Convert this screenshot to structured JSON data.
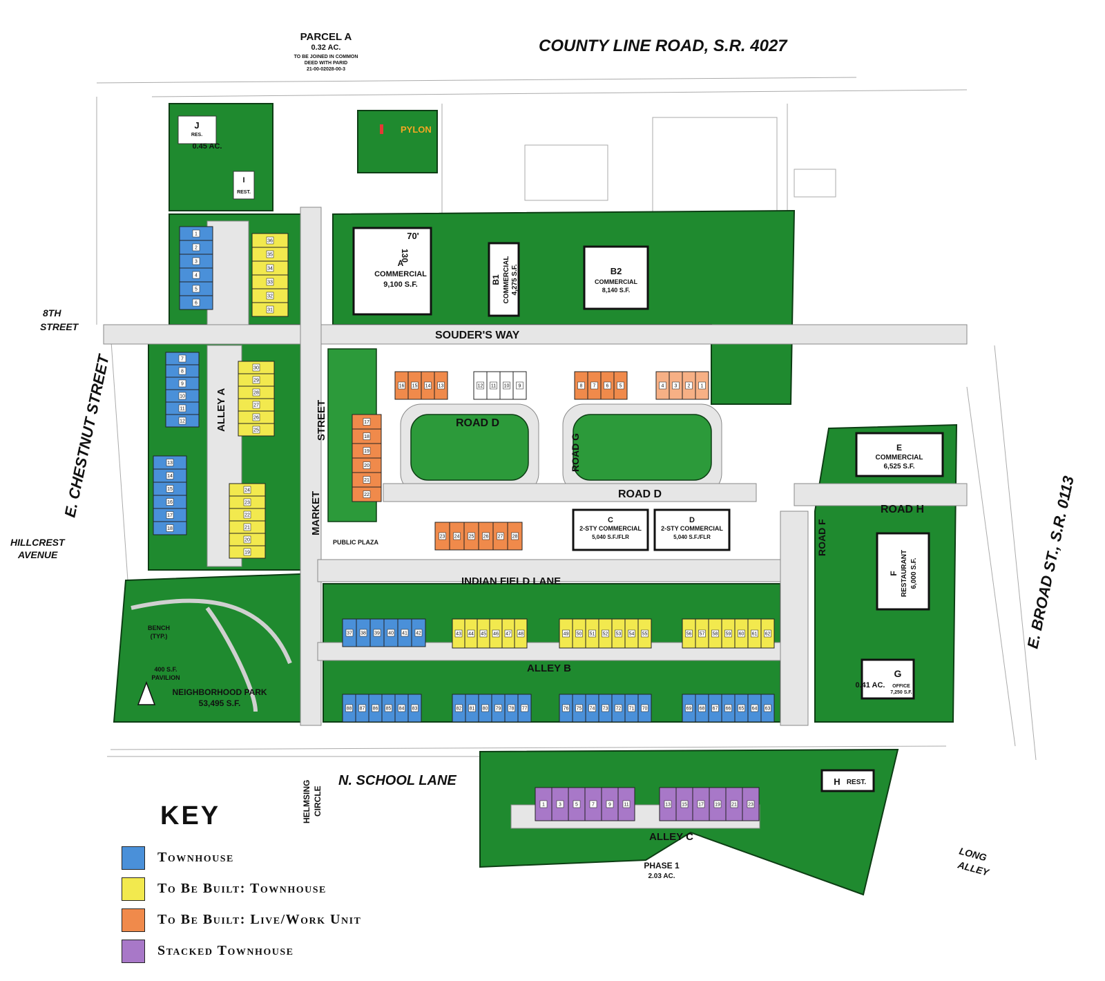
{
  "colors": {
    "green": "#1f8a2f",
    "townhouse": "#4a90d9",
    "tbb_townhouse": "#f2e94e",
    "tbb_livework": "#f08a4b",
    "stacked": "#a878c8",
    "pavement": "#e6e6e6"
  },
  "roads": {
    "county_line": "COUNTY  LINE  ROAD,  S.R. 4027",
    "chestnut": "E. CHESTNUT STREET",
    "broad": "E. BROAD ST., S.R. 0113",
    "eighth_1": "8TH",
    "eighth_2": "STREET",
    "hillcrest_1": "HILLCREST",
    "hillcrest_2": "AVENUE",
    "souders_way": "SOUDER'S WAY",
    "road_d_1": "ROAD  D",
    "road_d_2": "ROAD  D",
    "road_g": "ROAD G",
    "road_h": "ROAD  H",
    "road_f": "ROAD F",
    "market_1": "STREET",
    "market_2": "MARKET",
    "alley_a": "ALLEY  A",
    "indian_field": "INDIAN FIELD LANE",
    "alley_b": "ALLEY  B",
    "alley_c": "ALLEY  C",
    "school_lane": "N. SCHOOL LANE",
    "helmsing_1": "HELMSING",
    "helmsing_2": "CIRCLE",
    "long_alley_1": "LONG",
    "long_alley_2": "ALLEY"
  },
  "parcel_a": {
    "title": "PARCEL A",
    "area": "0.32 AC.",
    "note_1": "TO BE JOINED IN COMMON",
    "note_2": "DEED WITH PARID",
    "parid": "21-00-02028-00-3"
  },
  "pylon": "PYLON",
  "lot_j": {
    "letter": "J",
    "use": "RES.",
    "area": "0.45 AC."
  },
  "lot_i": {
    "letter": "I",
    "use": "REST."
  },
  "buildings": {
    "a_letter": "A",
    "a_use": "COMMERCIAL",
    "a_area": "9,100 S.F.",
    "a_width": "70'",
    "a_depth": "130",
    "b1_letter": "B1",
    "b1_use": "COMMERCIAL",
    "b1_area": "4,275 S.F.",
    "b2_letter": "B2",
    "b2_use": "COMMERCIAL",
    "b2_area": "8,140 S.F.",
    "c_letter": "C",
    "c_use": "2-STY COMMERCIAL",
    "c_area": "5,040 S.F./FLR",
    "d_letter": "D",
    "d_use": "2-STY COMMERCIAL",
    "d_area": "5,040 S.F./FLR",
    "e_letter": "E",
    "e_use": "COMMERCIAL",
    "e_area": "6,525 S.F.",
    "f_letter": "F",
    "f_use": "RESTAURANT",
    "f_area": "6,000 S.F.",
    "g_letter": "G",
    "g_area": "0.41 AC.",
    "g_use": "OFFICE",
    "g_sf": "7,250 S.F.",
    "h_letter": "H",
    "h_use": "REST."
  },
  "public_plaza": "PUBLIC PLAZA",
  "park": {
    "bench_1": "BENCH",
    "bench_2": "(TYP.)",
    "pavilion_1": "400 S.F.",
    "pavilion_2": "PAVILION",
    "name": "NEIGHBORHOOD PARK",
    "area": "53,495 S.F."
  },
  "phase1": {
    "label": "PHASE 1",
    "area": "2.03 AC."
  },
  "units": {
    "blue_top": [
      "1",
      "2",
      "3",
      "4",
      "5",
      "6"
    ],
    "yellow_top": [
      "36",
      "35",
      "34",
      "33",
      "32",
      "31"
    ],
    "blue_mid": [
      "7",
      "8",
      "9",
      "10",
      "11",
      "12"
    ],
    "yellow_mid": [
      "30",
      "29",
      "28",
      "27",
      "26",
      "25"
    ],
    "blue_low": [
      "13",
      "14",
      "15",
      "16",
      "17",
      "18"
    ],
    "yellow_low": [
      "24",
      "23",
      "22",
      "21",
      "20",
      "19"
    ],
    "orange_row1": [
      "16",
      "15",
      "14",
      "13"
    ],
    "orange_row2": [
      "12",
      "11",
      "10",
      "9"
    ],
    "orange_row3": [
      "8",
      "7",
      "6",
      "5"
    ],
    "orange_row4": [
      "4",
      "3",
      "2",
      "1"
    ],
    "orange_col": [
      "17",
      "18",
      "19",
      "20",
      "21",
      "22"
    ],
    "orange_plaza": [
      "23",
      "24",
      "25",
      "26",
      "27",
      "28"
    ],
    "blue_b1": [
      "37",
      "38",
      "39",
      "40",
      "41",
      "42"
    ],
    "yellow_b1": [
      "43",
      "44",
      "45",
      "46",
      "47",
      "48"
    ],
    "yellow_b2": [
      "49",
      "50",
      "51",
      "52",
      "53",
      "54",
      "55"
    ],
    "yellow_b3": [
      "56",
      "57",
      "58",
      "59",
      "60",
      "61",
      "62"
    ],
    "blue_c1": [
      "88",
      "87",
      "86",
      "85",
      "84",
      "83"
    ],
    "blue_c2": [
      "82",
      "81",
      "80",
      "79",
      "78",
      "77"
    ],
    "blue_c3": [
      "76",
      "75",
      "74",
      "73",
      "72",
      "71",
      "70"
    ],
    "blue_c4": [
      "69",
      "68",
      "67",
      "66",
      "65",
      "64",
      "63"
    ],
    "stacked_1": [
      "1",
      "3",
      "5",
      "7",
      "9",
      "11"
    ],
    "stacked_2": [
      "13",
      "15",
      "17",
      "19",
      "21",
      "23"
    ]
  },
  "key": {
    "title": "KEY",
    "items": [
      {
        "label": "Townhouse",
        "color": "#4a90d9"
      },
      {
        "label": "To Be Built: Townhouse",
        "color": "#f2e94e"
      },
      {
        "label": "To Be Built: Live/Work Unit",
        "color": "#f08a4b"
      },
      {
        "label": "Stacked Townhouse",
        "color": "#a878c8"
      }
    ]
  }
}
